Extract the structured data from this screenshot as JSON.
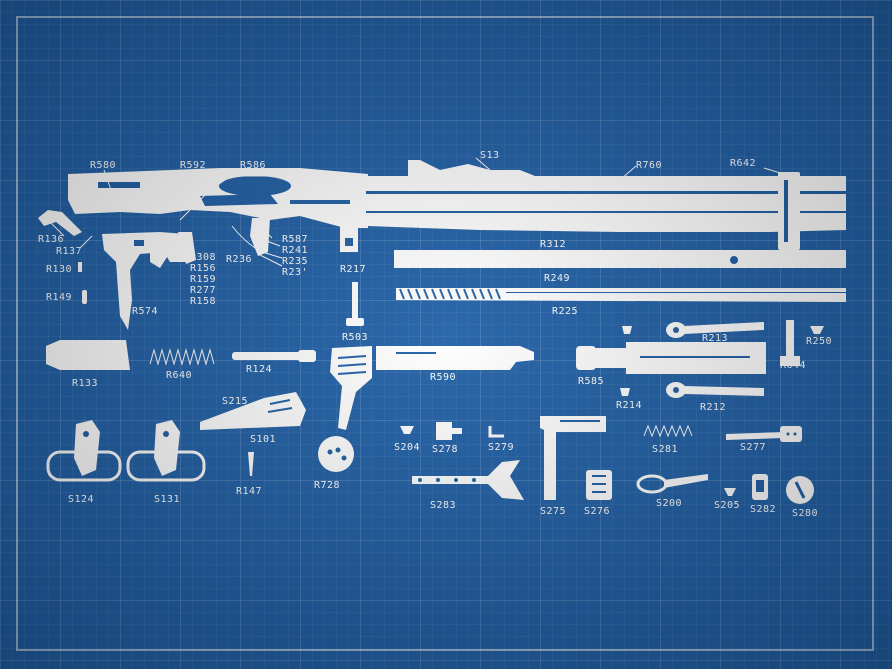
{
  "labels": {
    "r580": "R580",
    "r592": "R592",
    "r586": "R586",
    "s13": "S13",
    "r760": "R760",
    "r642": "R642",
    "r136": "R136",
    "r137": "R137",
    "r130": "R130",
    "r149": "R149",
    "r308": "R308",
    "r156": "R156",
    "r159": "R159",
    "r277": "R277",
    "r158": "R158",
    "r574": "R574",
    "r236": "R236",
    "r587": "R587",
    "r241": "R241",
    "r235": "R235",
    "r237": "R23'",
    "r217": "R217",
    "r312": "R312",
    "r249": "R249",
    "r225": "R225",
    "r503": "R503",
    "r133": "R133",
    "r640": "R640",
    "r124": "R124",
    "r590": "R590",
    "r213": "R213",
    "r250": "R250",
    "r585": "R585",
    "r644": "R644",
    "r214": "R214",
    "r212": "R212",
    "s215": "S215",
    "s101": "S101",
    "r147": "R147",
    "r728": "R728",
    "s124": "S124",
    "s131": "S131",
    "s204": "S204",
    "s278": "S278",
    "s279": "S279",
    "s283": "S283",
    "s275": "S275",
    "s276": "S276",
    "s281": "S281",
    "s277": "S277",
    "s200": "S200",
    "s205": "S205",
    "s282": "S282",
    "s280": "S280"
  },
  "colors": {
    "background": "#1f5fa6",
    "ink": "#ffffff"
  }
}
